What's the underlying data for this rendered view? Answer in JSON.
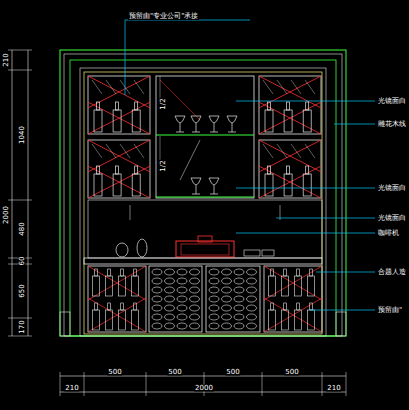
{
  "diagram": {
    "labels": [
      "预留由\"专业公司\"承接",
      "光镜面白",
      "雕花木线",
      "光镜面白",
      "光镜面白",
      "咖啡机",
      "合题人造",
      "预留由\"",
      "210",
      "1040",
      "2000",
      "480",
      "60",
      "650",
      "170",
      "1/2",
      "1/2",
      "210",
      "500",
      "500",
      "500",
      "500",
      "2000",
      "210"
    ]
  }
}
